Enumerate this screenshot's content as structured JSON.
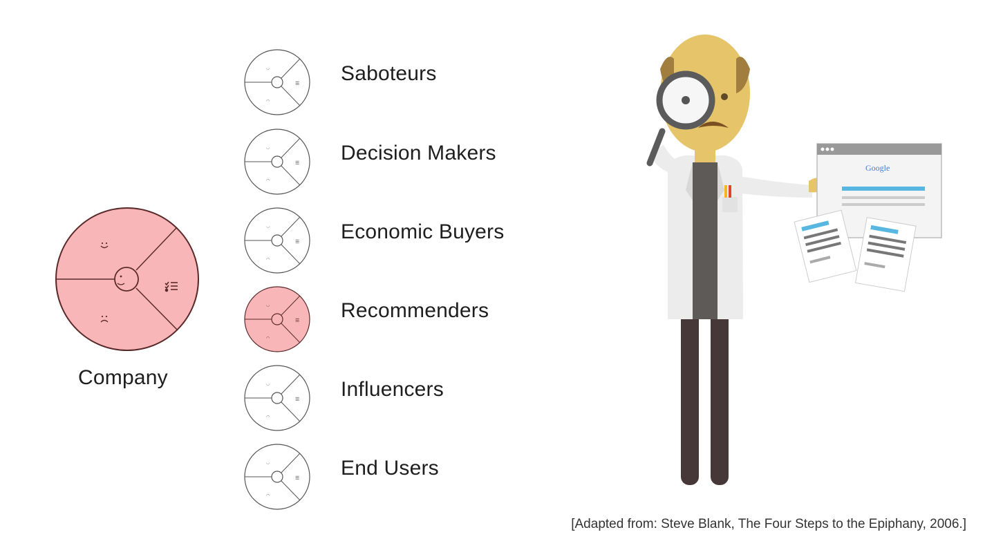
{
  "company": {
    "label": "Company",
    "fill": "#f9b6b8"
  },
  "roles": [
    {
      "label": "Saboteurs",
      "highlighted": false
    },
    {
      "label": "Decision Makers",
      "highlighted": false
    },
    {
      "label": "Economic Buyers",
      "highlighted": false
    },
    {
      "label": "Recommenders",
      "highlighted": true
    },
    {
      "label": "Influencers",
      "highlighted": false
    },
    {
      "label": "End Users",
      "highlighted": false
    }
  ],
  "illustration": {
    "browser_text": "Google",
    "icon": "scientist-with-magnifying-glass-icon"
  },
  "citation": "[Adapted from: Steve Blank, The Four Steps to the Epiphany, 2006.]",
  "colors": {
    "highlight": "#f9b6b8",
    "stroke": "#5a2a2a",
    "outline": "#555555"
  }
}
